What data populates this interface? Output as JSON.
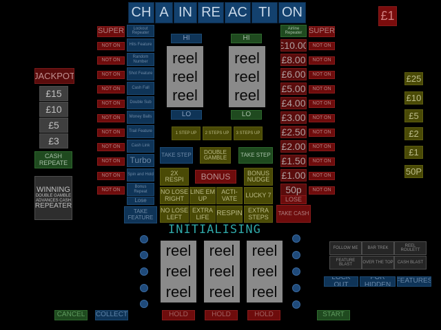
{
  "title_letters": [
    "CH",
    "A",
    "IN",
    "RE",
    "AC",
    "TI",
    "ON"
  ],
  "stake": "£1",
  "left_ladder": {
    "top": "SUPER",
    "header": "Lockout Repeater",
    "labels": [
      "NOT ON",
      "NOT ON",
      "NOT ON",
      "NOT ON",
      "NOT ON",
      "NOT ON",
      "NOT ON",
      "NOT ON",
      "NOT ON",
      "NOT ON",
      "NOT ON"
    ]
  },
  "left_features": [
    "Hits Feature",
    "Random Number",
    "Shot Feature",
    "Cash Fall",
    "Double Sub",
    "Money Balls",
    "Trail Feature",
    "Cash Link",
    "Turbo",
    "Spin and Hold",
    "Bonus Repeat",
    "Lose"
  ],
  "take_feature": "TAKE FEATURE",
  "jackpot": {
    "title": "JACKPOT",
    "values": [
      "£15",
      "£10",
      "£5",
      "£3"
    ]
  },
  "cash_repeater": "CASH REPEATE",
  "winning_box": [
    "WINNING",
    "DOUBLE GAMBLE",
    "ADVANCES CASH",
    "REPEATER"
  ],
  "hi_labels": [
    "HI",
    "HI"
  ],
  "lo_labels": [
    "LO",
    "LO"
  ],
  "reel_word": "reel",
  "step_buttons": [
    "1 STEP UP",
    "2 STEPS UP",
    "3 STEPS UP"
  ],
  "take_step_left": "TAKE STEP",
  "double_gamble": "DOUBLE GAMBLE",
  "take_step_right": "TAKE STEP",
  "respin_2x": "2X RESPI",
  "bonus": "BONUS",
  "bonus_nudge": "BONUS NUDGE",
  "grid": [
    "NO LOSE RIGHT",
    "LINE EM UP",
    "ACTI-VATE",
    "LUCKY 7",
    "NO LOSE LEFT",
    "EXTRA LIFE",
    "RESPIN",
    "EXTRA STEPS"
  ],
  "right_ladder": {
    "header": "Airline Repeater",
    "top": "SUPER",
    "labels": [
      "£10.00",
      "£8.00",
      "£6.00",
      "£5.00",
      "£4.00",
      "£3.00",
      "£2.50",
      "£2.00",
      "£1.50",
      "£1.00",
      "50p"
    ],
    "side": [
      "NOT ON",
      "NOT ON",
      "NOT ON",
      "NOT ON",
      "NOT ON",
      "NOT ON",
      "NOT ON",
      "NOT ON",
      "NOT ON",
      "NOT ON",
      "NOT ON"
    ]
  },
  "lose": "LOSE",
  "take_cash": "TAKE CASH",
  "prize_column": [
    "£25",
    "£10",
    "£5",
    "£2",
    "£1",
    "50P"
  ],
  "initialising": "INITIALISING",
  "initialising_tail": "",
  "feature_table": [
    "FOLLOW ME",
    "BAR TREK",
    "REEL ROULETT",
    "FEATURE BLAST",
    "OVER THE TOP",
    "CASH BLAST"
  ],
  "feature_labels": [
    "LOCK OUT",
    "FOR HIDDEN",
    "FEATURES"
  ],
  "buttons": {
    "cancel": "CANCEL",
    "collect": "COLLECT",
    "hold1": "HOLD",
    "hold2": "HOLD",
    "hold3": "HOLD",
    "start": "START"
  },
  "colors": {
    "title_blue": "#13416e",
    "red": "#6e0c0c",
    "blue": "#0f3457",
    "olive": "#4a4a06",
    "green": "#1f4a1f",
    "reel_grey": "#8a8a8a",
    "init_cyan": "#2fa8a8"
  }
}
